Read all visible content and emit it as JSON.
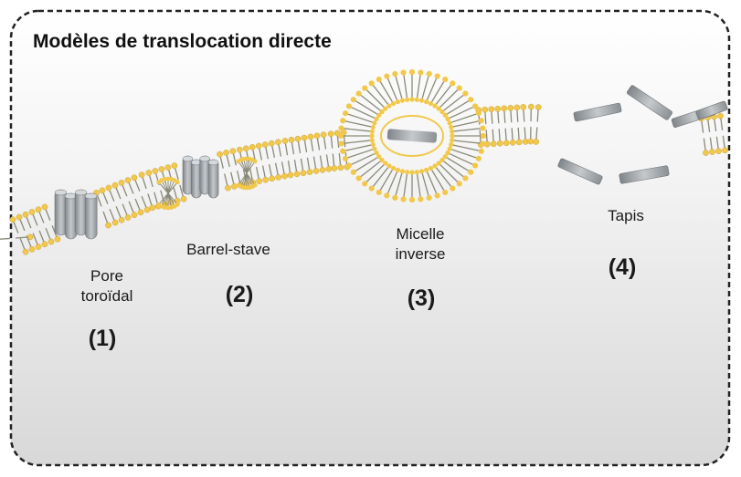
{
  "title": "Modèles de translocation directe",
  "models": [
    {
      "name_lines": [
        "Pore",
        "toroïdal"
      ],
      "number": "(1)"
    },
    {
      "name_lines": [
        "Barrel-stave"
      ],
      "number": "(2)"
    },
    {
      "name_lines": [
        "Micelle",
        "inverse"
      ],
      "number": "(3)"
    },
    {
      "name_lines": [
        "Tapis"
      ],
      "number": "(4)"
    }
  ],
  "colors": {
    "lipid_head": "#f2c84b",
    "lipid_tail": "#8a8a7a",
    "peptide": "#a9adb1",
    "frame_border": "#222222",
    "background_top": "#ffffff",
    "background_bottom": "#dcdcdc"
  }
}
